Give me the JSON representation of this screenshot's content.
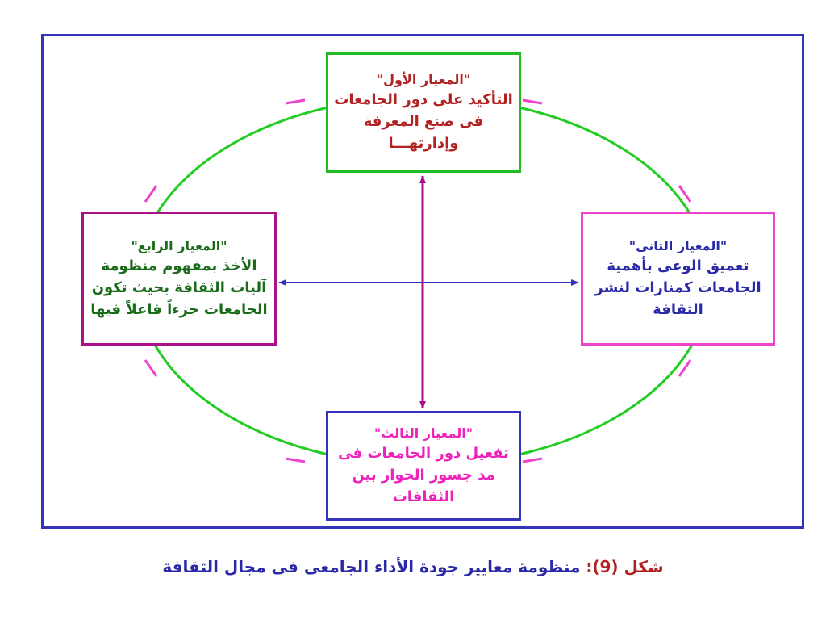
{
  "colors": {
    "frame": "#3333bb",
    "ellipse": "#22cc22",
    "ellipse_arrows": "#ee44cc",
    "vertical_arrow": "#aa1188",
    "horizontal_arrow": "#3333bb"
  },
  "boxes": {
    "top": {
      "heading": "\"المعيار الأول\"",
      "lines": [
        "التأكيد على دور الجامعات",
        "فى صنع المعرفة",
        "وإدارتهـــا"
      ]
    },
    "right": {
      "heading": "\"المعيار الثانى\"",
      "lines": [
        "تعميق الوعى بأهمية",
        "الجامعات كمنارات لنشر",
        "الثقافة"
      ]
    },
    "bottom": {
      "heading": "\"المعيار الثالث\"",
      "lines": [
        "تفعيل دور الجامعات فى",
        "مد جسور الحوار بين",
        "الثقافات"
      ]
    },
    "left": {
      "heading": "\"المعيار الرابع\"",
      "lines": [
        "الأخذ بمفهوم منظومة",
        "آليات الثقافة بحيث تكون",
        "الجامعات جزءاً فاعلاً فيها"
      ]
    }
  },
  "caption": {
    "label": "شكل (9):",
    "text": "منظومة معايير جودة الأداء الجامعى فى مجال الثقافة"
  }
}
